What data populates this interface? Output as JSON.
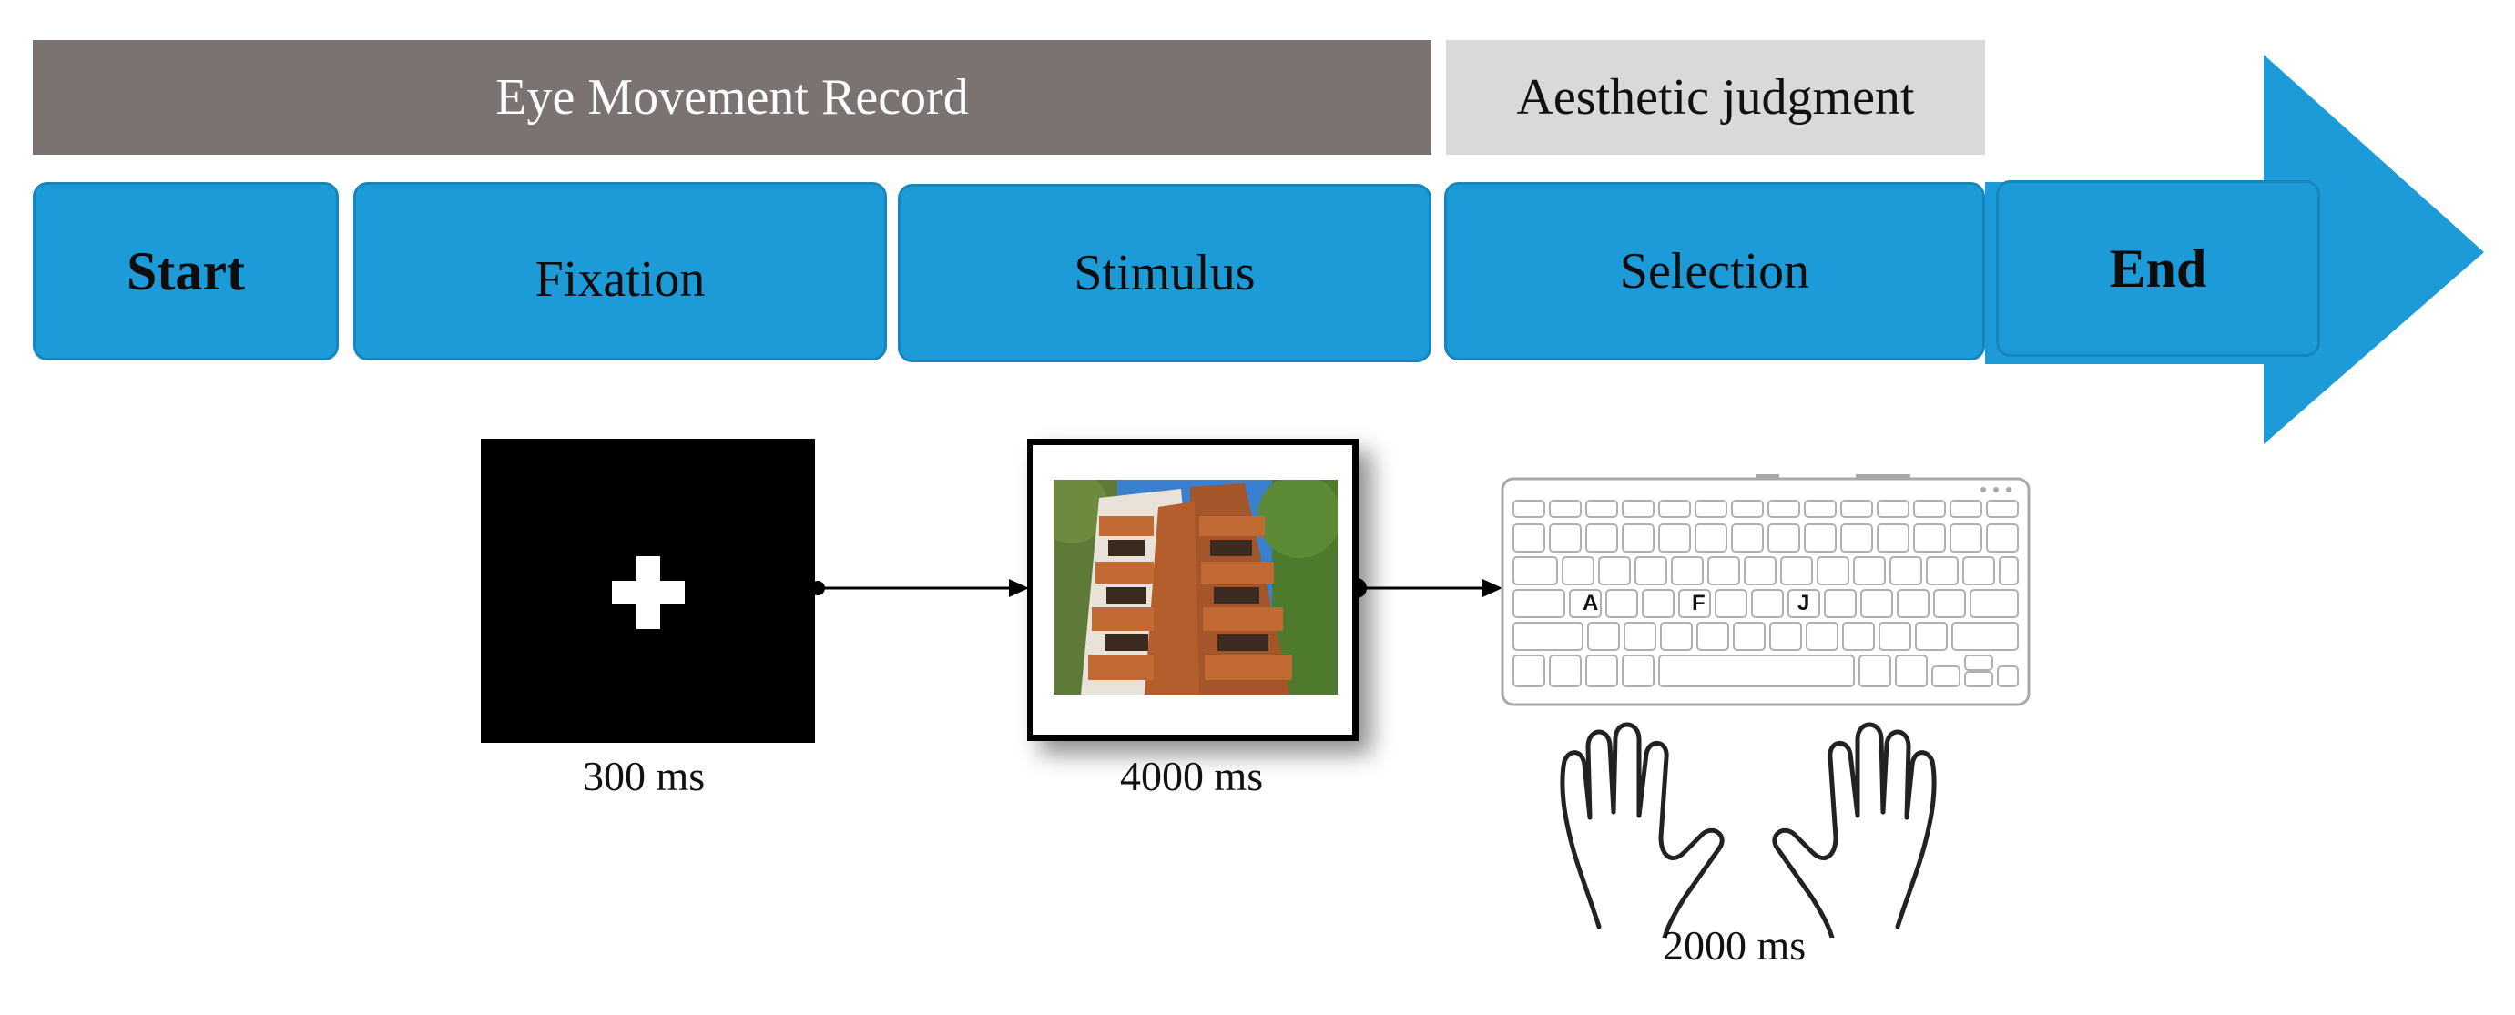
{
  "header": {
    "eye_movement_record": "Eye Movement Record",
    "aesthetic_judgment": "Aesthetic judgment"
  },
  "timeline": {
    "steps": [
      {
        "label": "Start"
      },
      {
        "label": "Fixation"
      },
      {
        "label": "Stimulus"
      },
      {
        "label": "Selection"
      },
      {
        "label": "End"
      }
    ],
    "arrow_color": "#1d9bd8"
  },
  "panels": {
    "fixation_duration": "300 ms",
    "stimulus_duration": "4000 ms",
    "selection_duration": "2000 ms",
    "keys": [
      "A",
      "F",
      "J"
    ]
  },
  "colors": {
    "step_fill": "#1d9bd8",
    "eye_bar": "#7a7372",
    "aesthetic_bar": "#d9d9d9"
  }
}
